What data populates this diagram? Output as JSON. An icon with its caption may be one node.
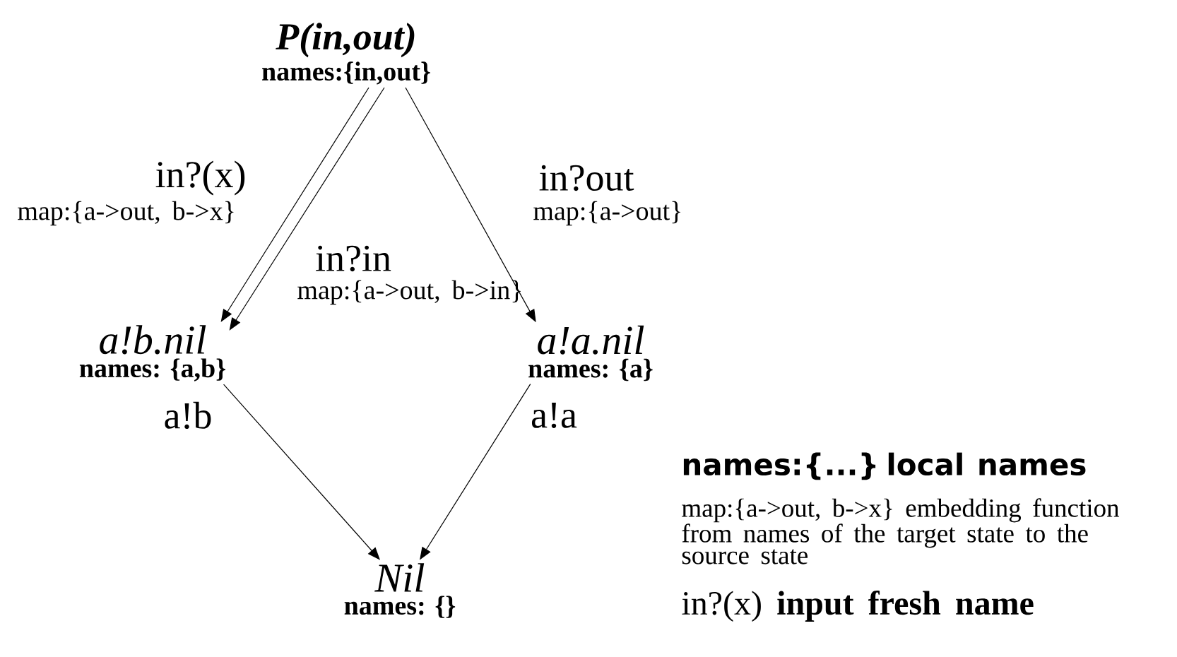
{
  "diagram": {
    "nodes": [
      {
        "text": [
          "P(in,out)",
          "names:{in,out}"
        ]
      },
      {
        "text": [
          "a!b.nil",
          "names: {a,b}"
        ]
      },
      {
        "text": [
          "a!a.nil",
          "names: {a}"
        ]
      },
      {
        "text": [
          "Nil",
          "names: {}"
        ]
      }
    ],
    "edges": [
      {
        "from": 0,
        "to": 1,
        "arrow": "to",
        "label": "in?(x)"
      },
      {
        "from": 0,
        "to": 1,
        "arrow": "to",
        "label": "in?in"
      },
      {
        "from": 0,
        "to": 2,
        "arrow": "to",
        "label": "in?out"
      },
      {
        "from": 1,
        "to": 3,
        "arrow": "to",
        "label": "a!b"
      },
      {
        "from": 2,
        "to": 3,
        "arrow": "to",
        "label": "a!a"
      }
    ],
    "labels": [
      "map:{a->out, b->x}",
      "map:{a->out}",
      "map:{a->out, b->in}",
      "names:{...} local names",
      "map:{a->out, b->x} embedding function from names of the target state to the source state",
      "in?(x) **input fresh name**"
    ]
  }
}
